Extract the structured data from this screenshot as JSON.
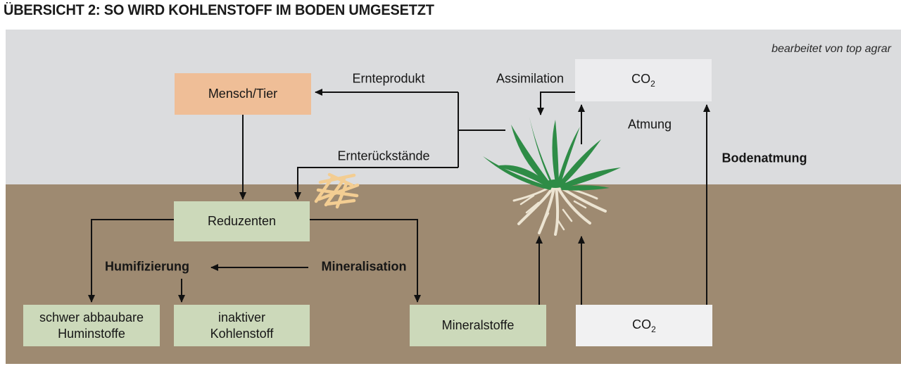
{
  "title": "ÜBERSICHT 2: SO WIRD KOHLENSTOFF IM BODEN UMGESETZT",
  "credit": "bearbeitet von top agrar",
  "boxes": {
    "mensch_tier": "Mensch/Tier",
    "reduzenten": "Reduzenten",
    "huminstoffe_line1": "schwer abbaubare",
    "huminstoffe_line2": "Huminstoffe",
    "inaktiver_line1": "inaktiver",
    "inaktiver_line2": "Kohlenstoff",
    "mineralstoffe": "Mineralstoffe",
    "co2_text": "CO",
    "co2_sub": "2"
  },
  "labels": {
    "ernteprodukt": "Ernteprodukt",
    "assimilation": "Assimilation",
    "atmung": "Atmung",
    "bodenatmung": "Bodenatmung",
    "ernterueckstaende": "Ernterückstände",
    "humifizierung": "Humifizierung",
    "mineralisation": "Mineralisation"
  },
  "colors": {
    "sky_background": "#dbdcde",
    "soil": "#9e8a71",
    "box_orange": "#efbe97",
    "box_green": "#ccd9ba",
    "box_co2": "#ececee",
    "arrow": "#111111",
    "straw": "#f3cd92",
    "leaf_green": "#2e8c46",
    "root_cream": "#ece4d2"
  }
}
